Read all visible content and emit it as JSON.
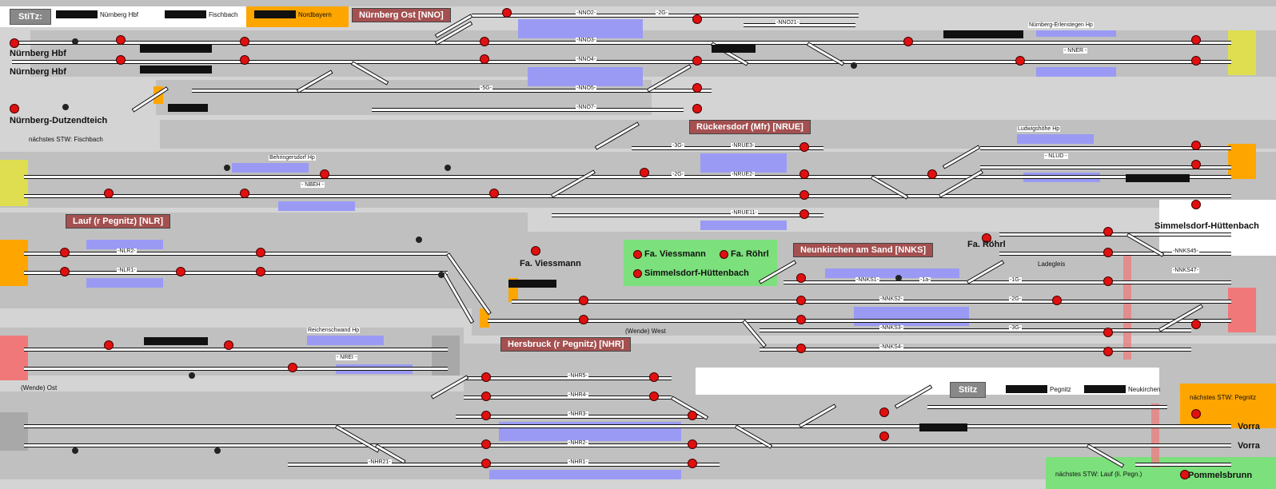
{
  "top_legend": {
    "title": "StiTz:",
    "items": [
      "Nürnberg Hbf",
      "Fischbach",
      "Nordbayern"
    ]
  },
  "bottom_legend": {
    "title": "Stitz",
    "items": [
      "Pegnitz",
      "Neukirchen"
    ]
  },
  "stations": [
    {
      "id": "nno",
      "label": "Nürnberg Ost [NNO]"
    },
    {
      "id": "nrue",
      "label": "Rückersdorf (Mfr) [NRUE]"
    },
    {
      "id": "nlr",
      "label": "Lauf (r Pegnitz) [NLR]"
    },
    {
      "id": "nnks",
      "label": "Neunkirchen am Sand [NNKS]"
    },
    {
      "id": "nhr",
      "label": "Hersbruck (r Pegnitz) [NHR]"
    }
  ],
  "place_labels": {
    "nuernberg_hbf_1": "Nürnberg Hbf",
    "nuernberg_hbf_2": "Nürnberg Hbf",
    "dutzendteich": "Nürnberg-Dutzendteich",
    "next_fischbach": "nächstes STW: Fischbach",
    "simmelsdorf_right": "Simmelsdorf-Hüttenbach",
    "fa_roehrl_right": "Fa. Röhrl",
    "fa_viessmann": "Fa. Viessmann",
    "wende_ost": "(Wende) Ost",
    "wende_west": "(Wende) West",
    "vorra1": "Vorra",
    "vorra2": "Vorra",
    "pommelsbrunn": "Pommelsbrunn",
    "next_pegnitz": "nächstes STW: Pegnitz",
    "next_lauf": "nächstes STW: Lauf (li. Pegn.)",
    "ladegleis": "Ladegleis"
  },
  "green_box": {
    "items": [
      "Fa. Viessmann",
      "Fa. Röhrl",
      "Simmelsdorf-Hüttenbach"
    ]
  },
  "halts": {
    "erlenstegen": "Nürnberg-Erlenstegen Hp",
    "behringersdorf": "Behringersdorf Hp",
    "ludwigshoehe": "Ludwigshöhe Hp",
    "reichenschwand": "Reichenschwand Hp"
  },
  "track_labels": {
    "nno2": "-NNO2-",
    "nno3": "-NNO3-",
    "nno4": "-NNO4-",
    "nno5": "-NNO5-",
    "nno7": "-NNO7-",
    "g2": "-2G-",
    "g5": "-5G-",
    "nno21": "-NNO21-",
    "nner": "- NNER -",
    "nrue3": "-NRUE3-",
    "nrue2": "-NRUE2-",
    "nrue11": "-NRUE11-",
    "g3a": "-3G-",
    "g2b": "-2G-",
    "nbeh": "- NBEH -",
    "nlud": "- NLUD -",
    "nlr2": "-NLR2-",
    "nlr1": "-NLR1-",
    "nnks1": "-NNKS1-",
    "nnks2": "-NNKS2-",
    "nnks3": "-NNKS3-",
    "nnks4": "-NNKS4-",
    "nnks45": "-NNKS45-",
    "nnks47": "-NNKS47-",
    "g1": "-1G-",
    "g2c": "-2G-",
    "g3": "-3G-",
    "a1": "-1a-",
    "nrei": "- NREI -",
    "nhr5": "-NHR5-",
    "nhr4": "-NHR4-",
    "nhr3": "-NHR3-",
    "nhr2": "-NHR2-",
    "nhr1": "-NHR1-",
    "nhr21": "-NHR21-"
  },
  "colors": {
    "background": "#d4d4d4",
    "band": "#c0c0c0",
    "station_header": "#a45050",
    "platform": "#9a9af5",
    "signal_red": "#e01010",
    "edge_orange": "#ffa500",
    "edge_yellow": "#dede50",
    "edge_pink": "#f07878",
    "edge_green": "#7ce07c",
    "edge_grey": "#a8a8a8"
  }
}
